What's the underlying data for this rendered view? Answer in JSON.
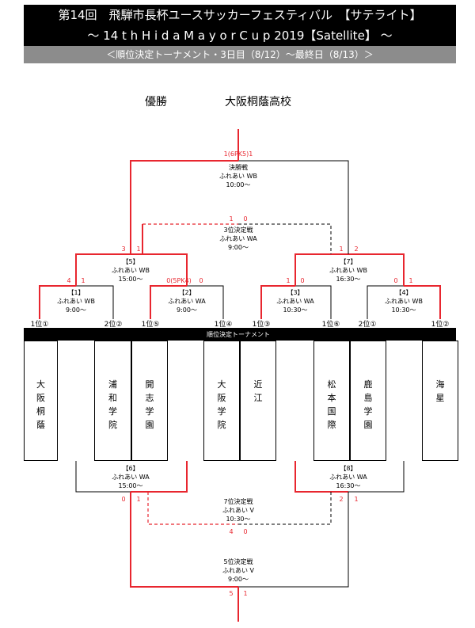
{
  "header": {
    "line1": "第14回　飛騨市長杯ユースサッカーフェスティバル　【サテライト】",
    "line2": "～ 14 t h H i d a M a y o r C u p 2019【Satellite】 ～",
    "subtitle": "＜順位決定トーナメント・3日目（8/12）～最終日（8/13）＞"
  },
  "champion": {
    "label": "優勝",
    "team": "大阪桐蔭高校"
  },
  "tournament_bar": "順位決定トーナメント",
  "teams": [
    {
      "id": "t1",
      "chars": [
        "大",
        "阪",
        "桐",
        "蔭"
      ]
    },
    {
      "id": "t2",
      "chars": [
        "浦",
        "和",
        "学",
        "院"
      ]
    },
    {
      "id": "t3",
      "chars": [
        "開",
        "志",
        "学",
        "園"
      ]
    },
    {
      "id": "t4",
      "chars": [
        "大",
        "阪",
        "学",
        "院"
      ]
    },
    {
      "id": "t5",
      "chars": [
        "近",
        "江"
      ]
    },
    {
      "id": "t6",
      "chars": [
        "松",
        "本",
        "国",
        "際"
      ]
    },
    {
      "id": "t7",
      "chars": [
        "鹿",
        "島",
        "学",
        "園"
      ]
    },
    {
      "id": "t8",
      "chars": [
        "海",
        "星"
      ]
    }
  ],
  "seeds": [
    "1位①",
    "2位②",
    "1位⑤",
    "1位④",
    "1位③",
    "1位⑥",
    "2位①",
    "1位②"
  ],
  "matches": {
    "m1": {
      "name": "【1】",
      "venue": "ふれあい WB",
      "time": "9:00～",
      "score_left": "4",
      "score_right": "1"
    },
    "m2": {
      "name": "【2】",
      "venue": "ふれあい WA",
      "time": "9:00～",
      "score_left": "0(5PK4)",
      "score_right": "0"
    },
    "m3": {
      "name": "【3】",
      "venue": "ふれあい WA",
      "time": "10:30～",
      "score_left": "1",
      "score_right": "0"
    },
    "m4": {
      "name": "【4】",
      "venue": "ふれあい WB",
      "time": "10:30～",
      "score_left": "0",
      "score_right": "1"
    },
    "m5": {
      "name": "【5】",
      "venue": "ふれあい WB",
      "time": "15:00～",
      "score_left": "3",
      "score_right": "1"
    },
    "m7": {
      "name": "【7】",
      "venue": "ふれあい WB",
      "time": "16:30～",
      "score_left": "1",
      "score_right": "2"
    },
    "final": {
      "name": "決勝戦",
      "venue": "ふれあい WB",
      "time": "10:00～",
      "score": "1(6PK5)1"
    },
    "third": {
      "name": "3位決定戦",
      "venue": "ふれあい WA",
      "time": "9:00～",
      "score_left": "1",
      "score_right": "0"
    },
    "m6": {
      "name": "【6】",
      "venue": "ふれあい WA",
      "time": "15:00～",
      "score_left": "0",
      "score_right": "1"
    },
    "m8": {
      "name": "【8】",
      "venue": "ふれあい WA",
      "time": "16:30～",
      "score_left": "2",
      "score_right": "1"
    },
    "seventh": {
      "name": "7位決定戦",
      "venue": "ふれあい V",
      "time": "10:30～",
      "score_left": "4",
      "score_right": "0"
    },
    "fifth": {
      "name": "5位決定戦",
      "venue": "ふれあい V",
      "time": "9:00～",
      "score_left": "5",
      "score_right": "1"
    }
  },
  "colors": {
    "win": "#e8262f",
    "lose": "#000000",
    "header_bg": "#000000",
    "subtitle_bg": "#8c8c8c"
  }
}
